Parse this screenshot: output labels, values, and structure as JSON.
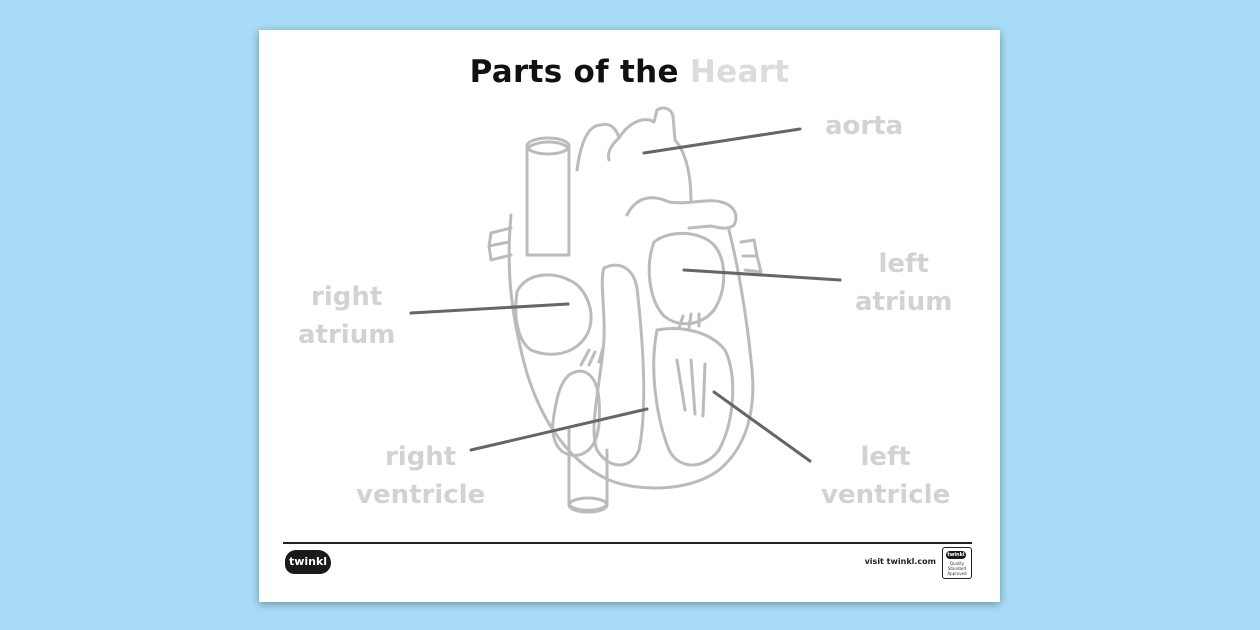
{
  "title": {
    "main": "Parts of the",
    "highlight": "Heart"
  },
  "labels": {
    "aorta": "aorta",
    "left_atrium": [
      "left",
      "atrium"
    ],
    "right_atrium": [
      "right",
      "atrium"
    ],
    "right_ventricle": [
      "right",
      "ventricle"
    ],
    "left_ventricle": [
      "left",
      "ventricle"
    ]
  },
  "footer": {
    "logo": "twinkl",
    "visit": "visit twinkl.com",
    "badge_logo": "twinkl",
    "badge_text": "Quality Standard Approved"
  },
  "colors": {
    "background": "#a8dbf5",
    "sheet": "#ffffff",
    "outline": "#bbbbbb",
    "pointer": "#666666",
    "label": "#d2d2d2"
  }
}
